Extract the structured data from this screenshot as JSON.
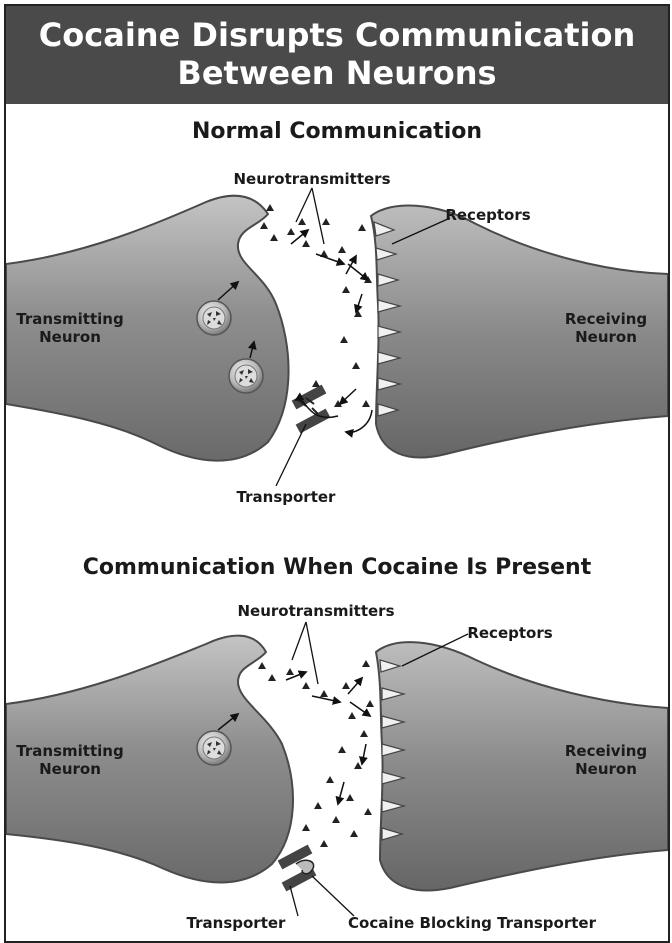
{
  "header": {
    "title_line1": "Cocaine Disrupts Communication",
    "title_line2": "Between Neurons"
  },
  "panels": {
    "normal": {
      "title": "Normal Communication",
      "neurotransmitters_label": "Neurotransmitters",
      "receptors_label": "Receptors",
      "transmitting_line1": "Transmitting",
      "transmitting_line2": "Neuron",
      "receiving_line1": "Receiving",
      "receiving_line2": "Neuron",
      "transporter_label": "Transporter"
    },
    "cocaine": {
      "title": "Communication When Cocaine Is Present",
      "neurotransmitters_label": "Neurotransmitters",
      "receptors_label": "Receptors",
      "transmitting_line1": "Transmitting",
      "transmitting_line2": "Neuron",
      "receiving_line1": "Receiving",
      "receiving_line2": "Neuron",
      "transporter_label": "Transporter",
      "cocaine_label": "Cocaine Blocking Transporter"
    }
  },
  "colors": {
    "header_bg": "#4a4a4a",
    "neuron_fill": "#8c8c8c",
    "neuron_dark": "#5a5a5a",
    "neuron_light": "#b5b5b5",
    "text": "#1a1a1a"
  }
}
